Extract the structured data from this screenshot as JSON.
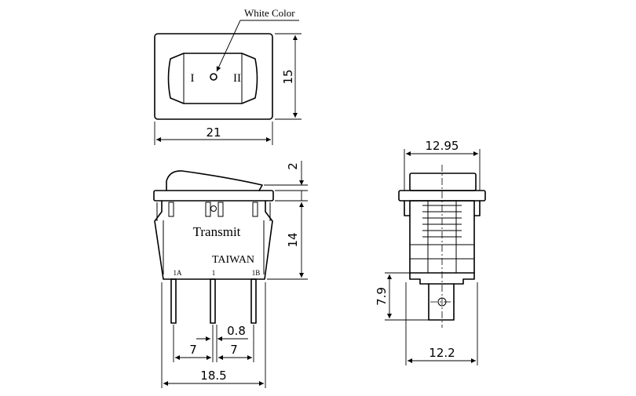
{
  "labels": {
    "lamp_note": "White Color",
    "pos_off": "I",
    "pos_on": "II",
    "brand": "Transmit",
    "origin": "TAIWAN",
    "terminal_left": "1A",
    "terminal_center": "1",
    "terminal_right": "1B"
  },
  "dimensions": {
    "front_width": "21",
    "front_height": "15",
    "rocker_rise": "2",
    "body_height": "14",
    "pin_pitch_left": "7",
    "pin_pitch_right": "7",
    "pin_thickness": "0.8",
    "pin_span": "18.5",
    "side_top_width": "12.95",
    "terminal_length": "7.9",
    "side_bottom_width": "12.2"
  },
  "colors": {
    "ink": "#000000",
    "paper": "#ffffff"
  }
}
